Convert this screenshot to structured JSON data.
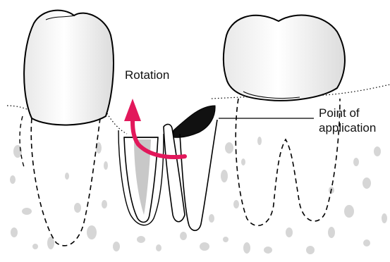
{
  "labels": {
    "rotation": "Rotation",
    "point_of_application_line1": "Point of",
    "point_of_application_line2": "application"
  },
  "colors": {
    "arrow": "#e2185b",
    "outline": "#000000",
    "bone_speckle": "#d9d9d9",
    "root_shading": "#c8c8c8"
  }
}
